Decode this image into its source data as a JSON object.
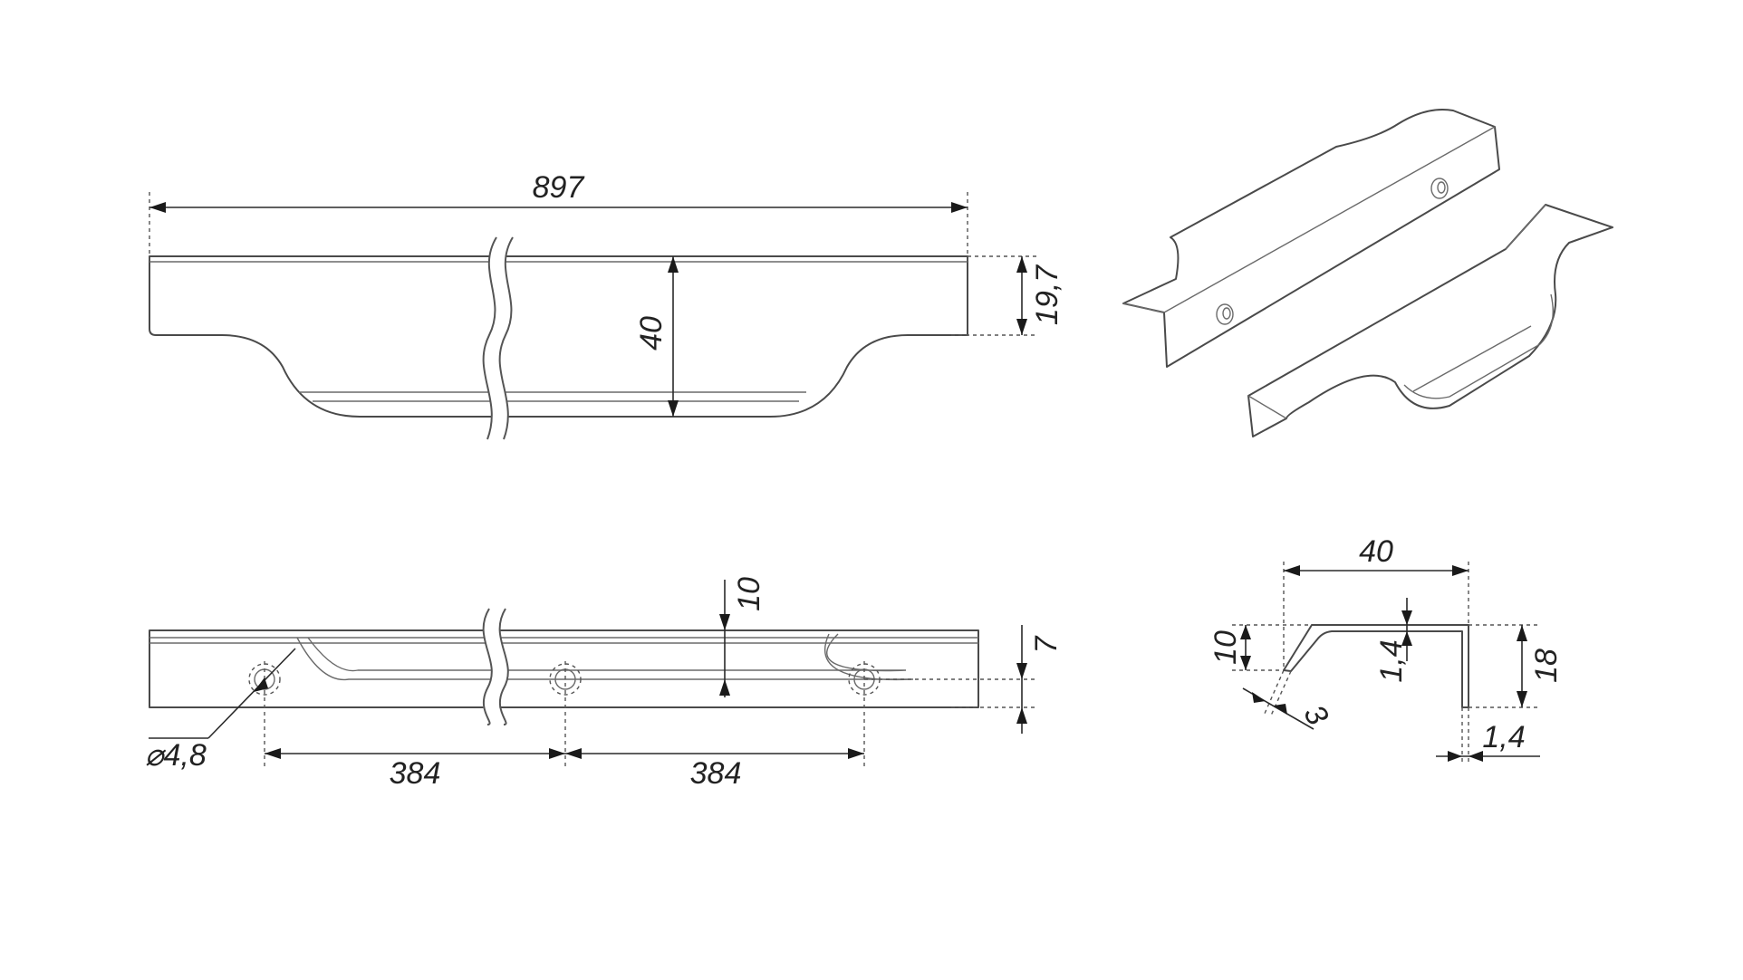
{
  "drawing": {
    "front_view": {
      "length_label": "897",
      "height_label": "40",
      "flange_label": "19,7"
    },
    "bottom_view": {
      "hole_diameter_label": "⌀4,8",
      "spacing_left_label": "384",
      "spacing_right_label": "384",
      "hole_offset_label": "10",
      "edge_label": "7"
    },
    "section_view": {
      "width_label": "40",
      "height_label": "18",
      "lip_label": "10",
      "thickness_top_label": "1,4",
      "thickness_side_label": "1,4",
      "bevel_label": "3"
    },
    "colors": {
      "line": "#4a4a4a",
      "text": "#222222",
      "background": "#ffffff"
    }
  }
}
